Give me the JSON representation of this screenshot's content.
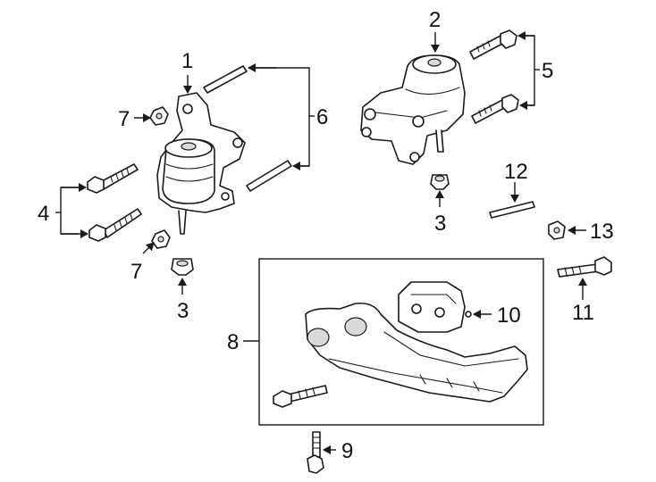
{
  "callouts": {
    "c1": "1",
    "c2": "2",
    "c3a": "3",
    "c3b": "3",
    "c4": "4",
    "c5": "5",
    "c6": "6",
    "c7a": "7",
    "c7b": "7",
    "c8": "8",
    "c9": "9",
    "c10": "10",
    "c11": "11",
    "c12": "12",
    "c13": "13"
  },
  "colors": {
    "line": "#1a1a1a",
    "shade": "#d9d9d9",
    "background": "#ffffff"
  }
}
